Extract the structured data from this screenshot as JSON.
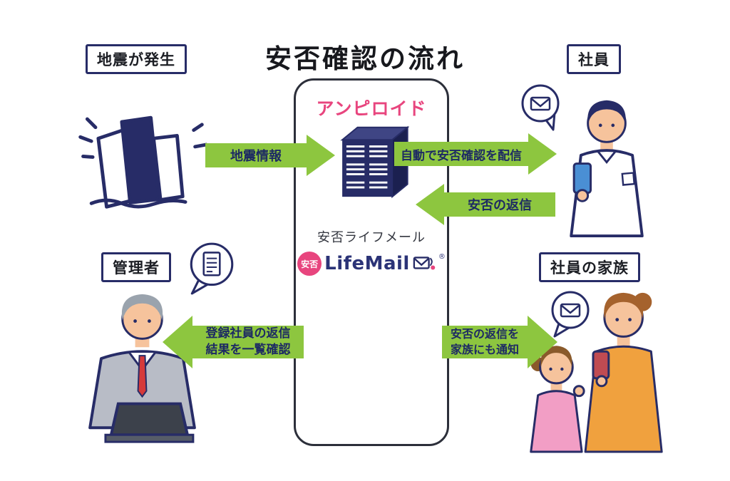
{
  "title": "安否確認の流れ",
  "labels": {
    "earthquake": "地震が発生",
    "employee": "社員",
    "manager": "管理者",
    "family": "社員の家族"
  },
  "center": {
    "brand": "アンピロイド",
    "service_kana": "安否ライフメール",
    "badge": "安否",
    "logo": "LifeMail",
    "reg": "®"
  },
  "arrows": {
    "quake_info": "地震情報",
    "deliver": "自動で安否確認を配信",
    "reply": "安否の返信",
    "manager_line1": "登録社員の返信",
    "manager_line2": "結果を一覧確認",
    "family_line1": "安否の返信を",
    "family_line2": "家族にも通知"
  },
  "icons": {
    "employee_bubble": "mail-icon",
    "family_bubble": "mail-icon",
    "manager_bubble": "report-icon",
    "panel_center": "server-icon",
    "logo_mark": "envelope-signal-icon"
  },
  "colors": {
    "arrow_green": "#8dc63f",
    "navy_outline": "#272c67",
    "brand_pink": "#e8457e",
    "logo_navy": "#2b3377",
    "phone_blue": "#4a8fd4",
    "suit_gray": "#b8bcc6",
    "sweater_orange": "#f0a13e",
    "girl_pink": "#f29ec5",
    "tie_red": "#d63a3a"
  }
}
